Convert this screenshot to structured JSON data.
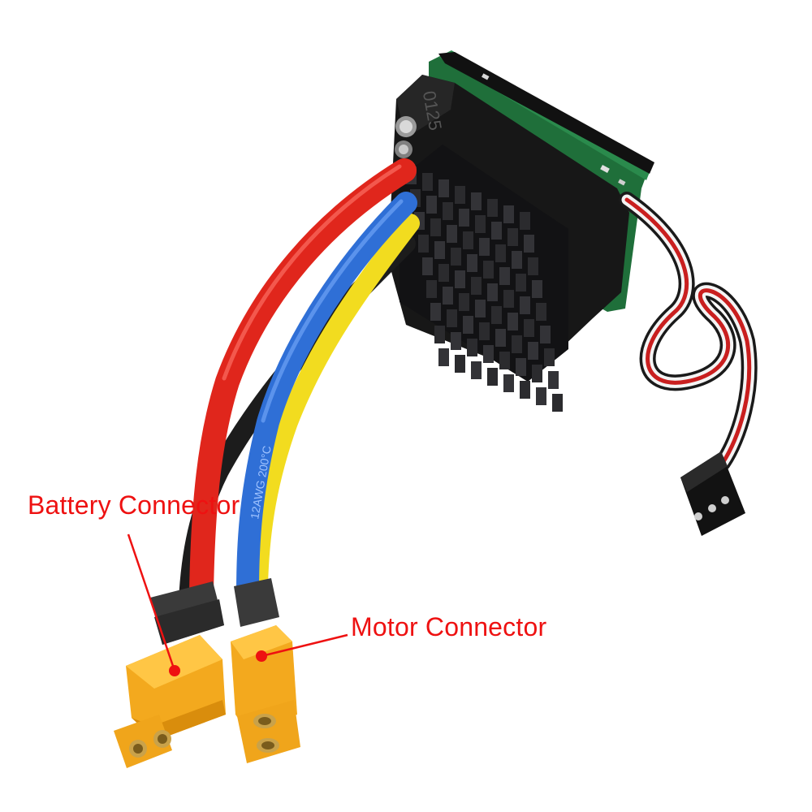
{
  "callouts": {
    "battery": "Battery Connector",
    "motor": "Motor Connector"
  },
  "esc_print": {
    "case_marking": "0125",
    "wire_marking": "12AWG 200°C"
  },
  "colors": {
    "callout": "#ee1111",
    "wire_red": "#e0261c",
    "wire_blue": "#2f6fd6",
    "wire_yellow": "#f2dc1f",
    "wire_black": "#1c1c1c",
    "connector": "#f3a91e",
    "heatsink": "#1d1d1f",
    "pcb": "#1f6f3a"
  }
}
